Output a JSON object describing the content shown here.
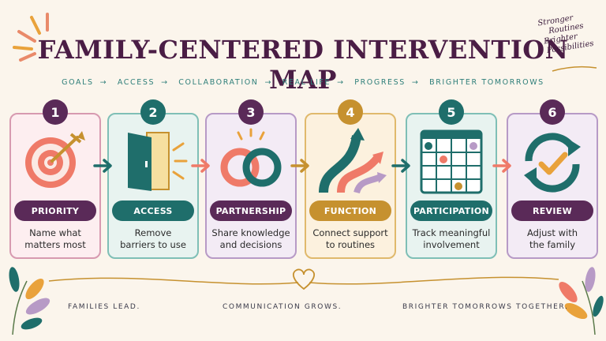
{
  "title": "FAMILY-CENTERED INTERVENTION MAP",
  "tagline": [
    "Stronger",
    "Routines",
    "Brighter",
    "Possibilities"
  ],
  "flow": {
    "items": [
      "GOALS",
      "ACCESS",
      "COLLABORATION",
      "REAL LIFE",
      "PROGRESS",
      "BRIGHTER TOMORROWS"
    ],
    "separator": "→"
  },
  "steps": [
    {
      "number": "1",
      "label": "PRIORITY",
      "desc_line1": "Name what",
      "desc_line2": "matters most",
      "icon": "target-icon",
      "color": "#5a2a58",
      "card_bg": "#fdeef0",
      "card_border": "#d79ab0"
    },
    {
      "number": "2",
      "label": "ACCESS",
      "desc_line1": "Remove",
      "desc_line2": "barriers to use",
      "icon": "door-icon",
      "color": "#1f6e6b",
      "card_bg": "#e8f3f0",
      "card_border": "#7fbfb6"
    },
    {
      "number": "3",
      "label": "PARTNERSHIP",
      "desc_line1": "Share knowledge",
      "desc_line2": "and decisions",
      "icon": "linked-rings-icon",
      "color": "#5a2a58",
      "card_bg": "#f3ebf5",
      "card_border": "#b79ac6"
    },
    {
      "number": "4",
      "label": "FUNCTION",
      "desc_line1": "Connect support",
      "desc_line2": "to routines",
      "icon": "paths-icon",
      "color": "#c6912f",
      "card_bg": "#fcf1de",
      "card_border": "#e0b96c"
    },
    {
      "number": "5",
      "label": "PARTICIPATION",
      "desc_line1": "Track meaningful",
      "desc_line2": "involvement",
      "icon": "calendar-icon",
      "color": "#1f6e6b",
      "card_bg": "#e8f3f0",
      "card_border": "#7fbfb6"
    },
    {
      "number": "6",
      "label": "REVIEW",
      "desc_line1": "Adjust with",
      "desc_line2": "the family",
      "icon": "refresh-check-icon",
      "color": "#5a2a58",
      "card_bg": "#f3ebf5",
      "card_border": "#b79ac6"
    }
  ],
  "footer": {
    "left": "FAMILIES LEAD.",
    "center": "COMMUNICATION GROWS.",
    "right": "BRIGHTER TOMORROWS TOGETHER."
  }
}
